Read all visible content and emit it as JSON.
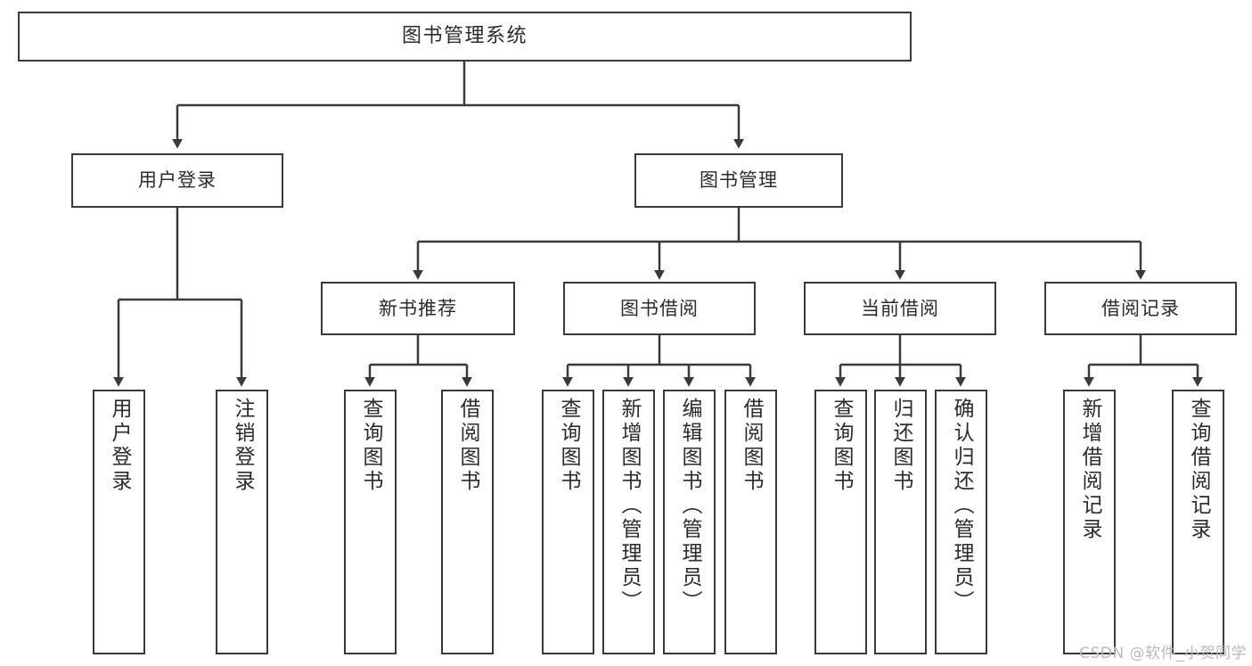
{
  "diagram": {
    "title": "图书管理系统",
    "watermark": "CSDN @软件_小贺同学",
    "line_color": "#3a3a3a",
    "text_color": "#2b2b2b",
    "background": "#ffffff",
    "watermark_color": "#b9b9b9"
  },
  "nodes": {
    "root": {
      "label": "图书管理系统"
    },
    "level2": [
      {
        "label": "用户登录"
      },
      {
        "label": "图书管理"
      }
    ],
    "level3": [
      {
        "label": "新书推荐"
      },
      {
        "label": "图书借阅"
      },
      {
        "label": "当前借阅"
      },
      {
        "label": "借阅记录"
      }
    ],
    "leaves": {
      "user_login": [
        {
          "label": "用户登录"
        },
        {
          "label": "注销登录"
        }
      ],
      "new_book": [
        {
          "label": "查询图书"
        },
        {
          "label": "借阅图书"
        }
      ],
      "borrow": [
        {
          "label": "查询图书"
        },
        {
          "label": "新增图书（管理员）"
        },
        {
          "label": "编辑图书（管理员）"
        },
        {
          "label": "借阅图书"
        }
      ],
      "current": [
        {
          "label": "查询图书"
        },
        {
          "label": "归还图书"
        },
        {
          "label": "确认归还（管理员）"
        }
      ],
      "records": [
        {
          "label": "新增借阅记录"
        },
        {
          "label": "查询借阅记录"
        }
      ]
    }
  }
}
